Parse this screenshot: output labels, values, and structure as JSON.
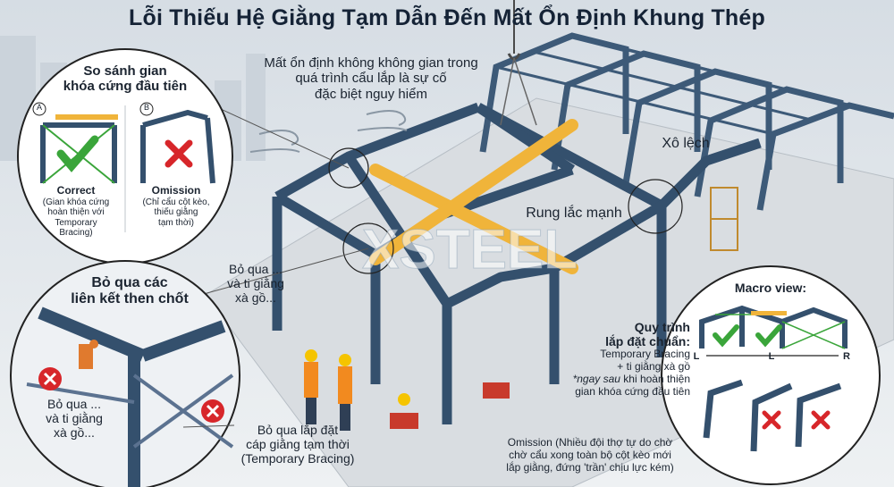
{
  "title": "Lỗi Thiếu Hệ Giằng Tạm Dẫn Đến Mất Ổn Định Khung Thép",
  "callouts": {
    "instability": [
      "Mất ổn định không không gian trong",
      "quá trình cẩu lắp là sự cố",
      "đặc biệt nguy hiểm"
    ],
    "skew": "Xô lệch",
    "shaking": "Rung lắc mạnh",
    "skip_small": [
      "Bỏ qua ...",
      "và ti giằng",
      "xà gồ..."
    ],
    "skip_cable": [
      "Bỏ qua lắp đặt",
      "cáp giằng tạm thời",
      "(Temporary Bracing)"
    ]
  },
  "compare_circle": {
    "heading": [
      "So sánh gian",
      "khóa cứng đầu tiên"
    ],
    "a_marker": "A",
    "b_marker": "B",
    "correct_title": "Correct",
    "correct_desc": [
      "(Gian khóa cứng",
      "hoàn thiện với",
      "Temporary",
      "Bracing)"
    ],
    "omission_title": "Omission",
    "omission_desc": [
      "(Chỉ cẩu cột kèo,",
      "thiếu giằng",
      "tạm thời)"
    ]
  },
  "detail_circle": {
    "heading": [
      "Bỏ qua các",
      "liên kết then chốt"
    ],
    "note": [
      "Bỏ qua ...",
      "và ti giằng",
      "xà gồ..."
    ]
  },
  "macro_circle": {
    "heading": "Macro view:",
    "left": "L",
    "mid": "L",
    "right": "R"
  },
  "procedure": {
    "title": [
      "Quy trình",
      "lắp đặt chuẩn:"
    ],
    "line1": "Temporary Bracing",
    "line2": "+ ti giằng xà gồ",
    "line3_it": "*ngay sau",
    "line3": " khi hoàn thiện",
    "line4": "gian khóa cứng đầu tiên",
    "omission": [
      "Omission (Nhiều đội thợ tự do chờ",
      "chờ cẩu xong toàn bộ cột kèo mới",
      "lắp giằng, đứng 'trần' chịu lực kém)"
    ]
  },
  "watermark": "XSTEEL",
  "colors": {
    "steel": "#3d5a78",
    "steel_dark": "#2a3f57",
    "beam_yellow": "#f0b43a",
    "check_green": "#3aa53a",
    "cross_red": "#d7262a",
    "title": "#152336"
  }
}
